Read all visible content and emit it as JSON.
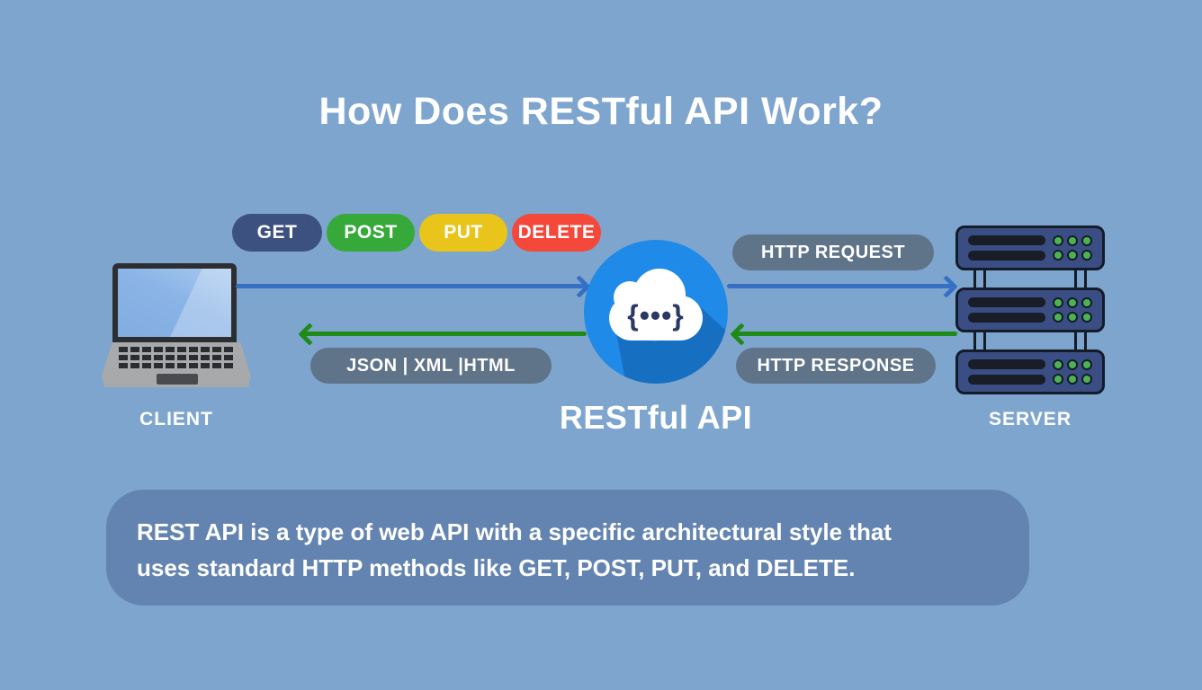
{
  "title": "How Does RESTful API Work?",
  "methods": [
    {
      "label": "GET",
      "color": "#3d5181"
    },
    {
      "label": "POST",
      "color": "#37a93a"
    },
    {
      "label": "PUT",
      "color": "#e9c41b"
    },
    {
      "label": "DELETE",
      "color": "#f4483a"
    }
  ],
  "client": {
    "label": "CLIENT"
  },
  "api": {
    "label": "RESTful API",
    "cloud_glyph": "{•••}"
  },
  "server": {
    "label": "SERVER"
  },
  "flows": {
    "request": {
      "label": "HTTP REQUEST",
      "arrow_color": "#3570c4",
      "direction": "client-to-server"
    },
    "response": {
      "label": "HTTP RESPONSE",
      "arrow_color": "#1e8a17",
      "direction": "server-to-client"
    },
    "formats": {
      "label": "JSON | XML |HTML",
      "arrow_color": "#1e8a17",
      "direction": "api-to-client"
    }
  },
  "description": {
    "line1": "REST API is a type of web API with a specific architectural style that",
    "line2": "uses standard HTTP methods like GET, POST, PUT, and DELETE."
  },
  "colors": {
    "background": "#7ea5ce",
    "label_pill": "#5f7389",
    "info_box": "#6384b0",
    "api_circle": "#1f8ae8",
    "server_unit": "#3a4e84",
    "text": "#ffffff"
  }
}
